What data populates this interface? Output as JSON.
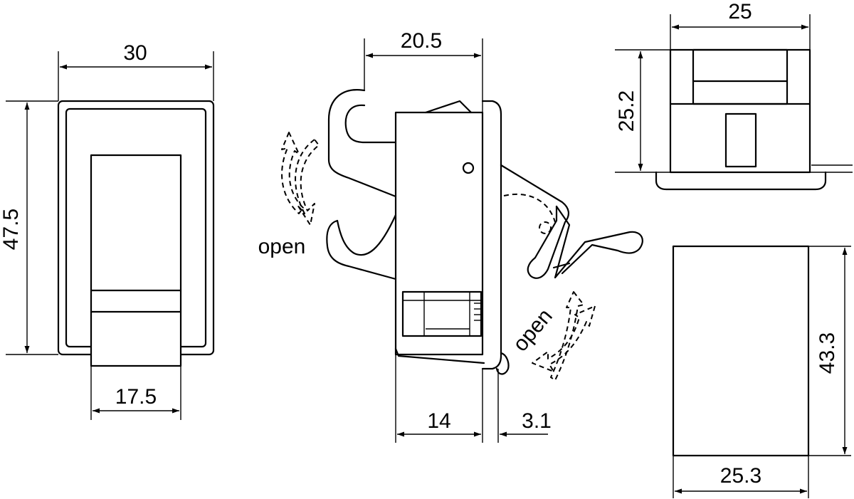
{
  "dimensions": {
    "front_width": "30",
    "front_height": "47.5",
    "front_bottom_width": "17.5",
    "side_top_width": "20.5",
    "side_bottom_width": "14",
    "side_thickness": "3.1",
    "top_width": "25",
    "top_height": "25.2",
    "cutout_height": "43.3",
    "cutout_width": "25.3"
  },
  "labels": {
    "open_left": "open",
    "open_right": "open"
  },
  "colors": {
    "line": "#000000",
    "background": "#ffffff"
  }
}
